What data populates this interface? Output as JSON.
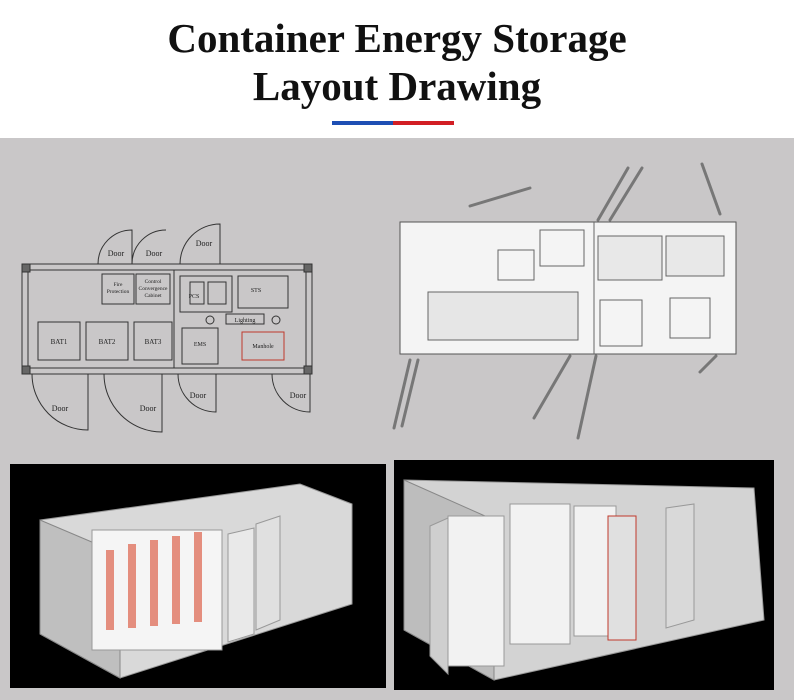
{
  "header": {
    "title_line1": "Container Energy Storage",
    "title_line2": "Layout Drawing",
    "accent_colors": {
      "blue": "#1e4fb4",
      "red": "#d21e24"
    }
  },
  "floor_plan": {
    "doors": [
      "Door",
      "Door",
      "Door",
      "Door",
      "Door",
      "Door",
      "Door"
    ],
    "fire_protection": [
      "Fire",
      "Protection"
    ],
    "control_cabinet": [
      "Control",
      "Convergence",
      "Cabinet"
    ],
    "pcs": "PCS",
    "sts": "STS",
    "lighting": "Lighting",
    "batteries": [
      "BAT1",
      "BAT2",
      "BAT3"
    ],
    "ems": "EMS",
    "manhole": "Manhole"
  },
  "background_color": "#c9c7c8"
}
